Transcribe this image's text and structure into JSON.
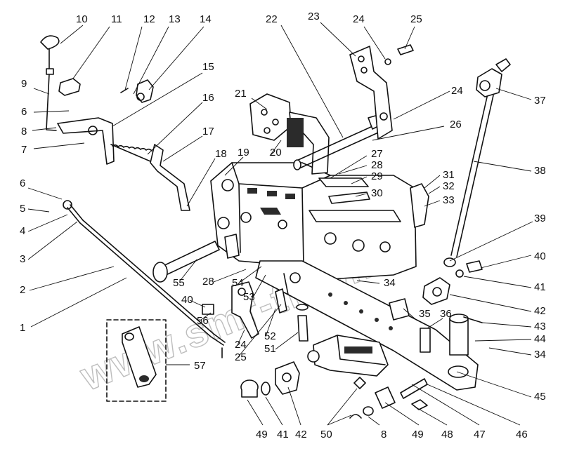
{
  "diagram": {
    "watermark": "www.smr-tr00.kz",
    "callouts": [
      "10",
      "11",
      "12",
      "13",
      "14",
      "9",
      "6",
      "8",
      "7",
      "15",
      "16",
      "17",
      "18",
      "19",
      "20",
      "21",
      "22",
      "23",
      "24",
      "25",
      "24",
      "26",
      "27",
      "28",
      "29",
      "30",
      "31",
      "32",
      "33",
      "37",
      "38",
      "6",
      "5",
      "4",
      "3",
      "2",
      "1",
      "55",
      "28",
      "54",
      "53",
      "40",
      "56",
      "24",
      "25",
      "52",
      "51",
      "39",
      "40",
      "41",
      "42",
      "34",
      "35",
      "36",
      "43",
      "44",
      "34",
      "57",
      "45",
      "49",
      "41",
      "42",
      "50",
      "8",
      "49",
      "48",
      "47",
      "46"
    ]
  }
}
